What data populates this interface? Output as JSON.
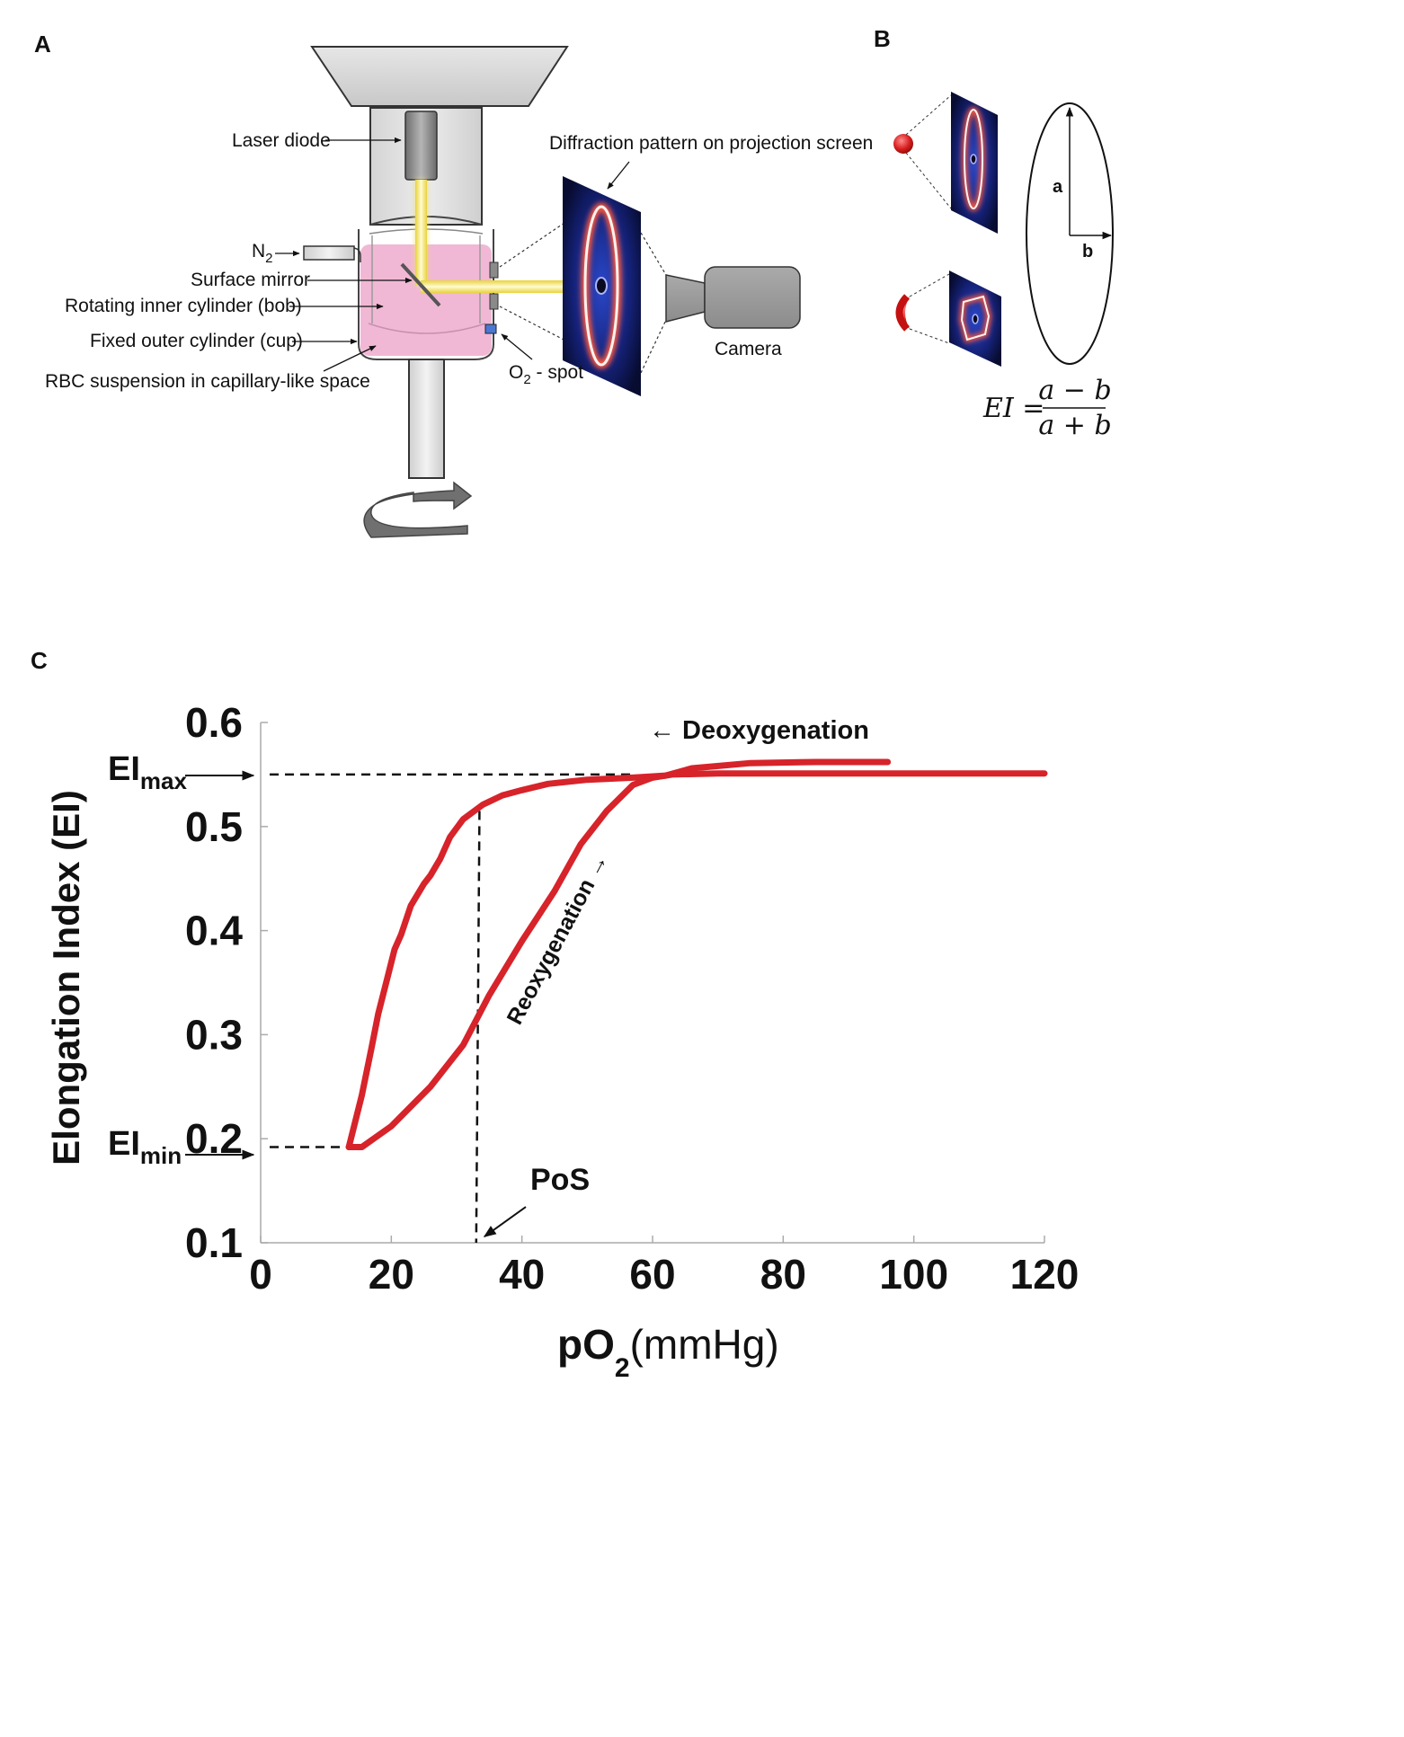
{
  "panels": {
    "a": "A",
    "b": "B",
    "c": "C"
  },
  "panel_a": {
    "laser_diode": "Laser diode",
    "n2_main": "N",
    "n2_sub": "2",
    "surface_mirror": "Surface mirror",
    "bob": "Rotating inner cylinder (bob)",
    "cup": "Fixed outer cylinder (cup)",
    "rbc": "RBC suspension in capillary-like space",
    "o2_main": "O",
    "o2_sub": "2",
    "o2_rest": " - spot",
    "diffraction": "Diffraction  pattern on projection screen",
    "camera": "Camera"
  },
  "panel_b": {
    "axis_a": "a",
    "axis_b": "b",
    "formula_lhs": "EI =",
    "numerator": "a − b",
    "denominator": "a + b"
  },
  "colors": {
    "curve": "#d7232a",
    "beam": "#f4e45a",
    "suspension": "#f2b8d6",
    "screen_dark": "#0d1440",
    "screen_glow": "#ff3b2f"
  },
  "chart_data": {
    "type": "line",
    "xlabel_main": "pO",
    "xlabel_sub": "2",
    "xlabel_unit": "(mmHg)",
    "ylabel": "Elongation Index (EI)",
    "xlim": [
      0,
      120
    ],
    "ylim": [
      0.1,
      0.6
    ],
    "xticks": [
      "0",
      "20",
      "40",
      "60",
      "80",
      "100",
      "120"
    ],
    "yticks": [
      "0.1",
      "0.2",
      "0.3",
      "0.4",
      "0.5",
      "0.6"
    ],
    "series": [
      {
        "name": "Deoxygenation",
        "x": [
          96,
          85,
          75,
          66,
          62,
          57,
          50,
          44,
          40,
          37,
          34,
          31,
          29,
          27.5,
          26,
          25,
          23,
          21.5,
          20.5,
          19.5,
          18,
          17,
          15.5,
          13.5
        ],
        "y": [
          0.562,
          0.562,
          0.561,
          0.556,
          0.549,
          0.547,
          0.545,
          0.541,
          0.535,
          0.53,
          0.521,
          0.507,
          0.49,
          0.469,
          0.453,
          0.445,
          0.424,
          0.396,
          0.382,
          0.357,
          0.32,
          0.288,
          0.242,
          0.192
        ]
      },
      {
        "name": "Reoxygenation",
        "x": [
          13.5,
          15.5,
          20,
          26,
          31,
          35,
          40,
          45,
          49,
          53,
          57,
          60,
          63,
          70,
          90,
          120
        ],
        "y": [
          0.192,
          0.192,
          0.212,
          0.25,
          0.29,
          0.338,
          0.39,
          0.438,
          0.483,
          0.515,
          0.54,
          0.547,
          0.55,
          0.551,
          0.551,
          0.551
        ]
      }
    ],
    "annotations": {
      "deoxygenation": "← Deoxygenation",
      "reoxygenation": "Reoxygenation →",
      "pos": "PoS",
      "ei_max_main": "EI",
      "ei_max_sub": "max",
      "ei_min_main": "EI",
      "ei_min_sub": "min"
    },
    "ei_max": 0.55,
    "ei_min": 0.192,
    "pos_x": 33.5,
    "pos_y": 0.515
  }
}
